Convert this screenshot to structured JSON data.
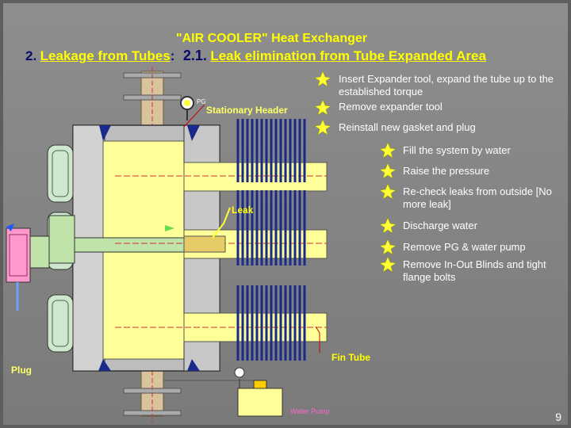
{
  "title": {
    "main": "\"AIR COOLER\" Heat Exchanger",
    "section_number": "2.",
    "section_link": "Leakage from Tubes",
    "section_sep": ":",
    "subsection_number": "2.1.",
    "subsection_link": "Leak elimination from Tube Expanded Area"
  },
  "labels": {
    "pg": "PG",
    "stationary_header": "Stationary Header",
    "leak": "Leak",
    "fin_tube": "Fin Tube",
    "plug": "Plug",
    "water_pump": "Water Pump"
  },
  "steps": [
    "Insert Expander tool, expand the tube up to the established torque",
    "Remove expander tool",
    "Reinstall new gasket and plug",
    "Fill the system by water",
    "Raise the pressure",
    "Re-check leaks from outside [No more leak]",
    "Discharge water",
    "Remove PG & water pump",
    "Remove In-Out Blinds and tight flange bolts"
  ],
  "page_number": "9",
  "colors": {
    "background": "#8a8a8a",
    "title_yellow": "#ffff00",
    "header_yellow": "#ffff99",
    "fin_blue": "#1a2a8a",
    "label_red": "#cc0000",
    "label_yellow": "#ffff00",
    "plug_pink": "#ff99cc",
    "step_bullet": "#ffff33"
  }
}
